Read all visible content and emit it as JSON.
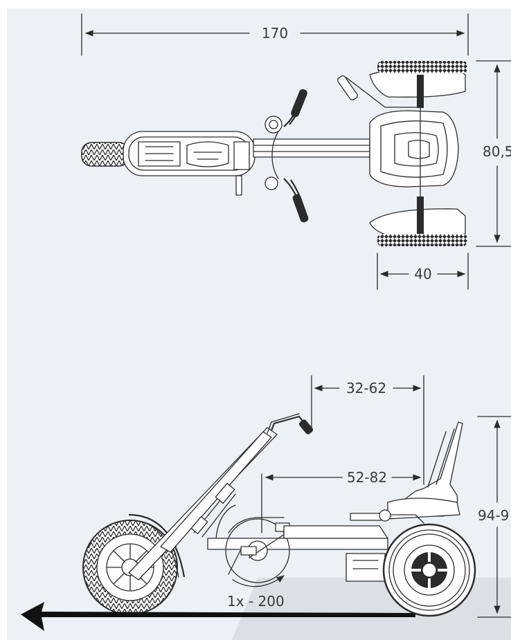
{
  "dimensions": {
    "overall_length": "170",
    "width": "80,5",
    "rear_track": "40",
    "handlebar_range": "32-62",
    "pedal_range": "52-82",
    "seat_height": "94-9",
    "gear_ratio": "1x - 200"
  },
  "colors": {
    "background": "#edf0f4",
    "ground": "#dcdfe3",
    "line": "#2b2b2b"
  }
}
